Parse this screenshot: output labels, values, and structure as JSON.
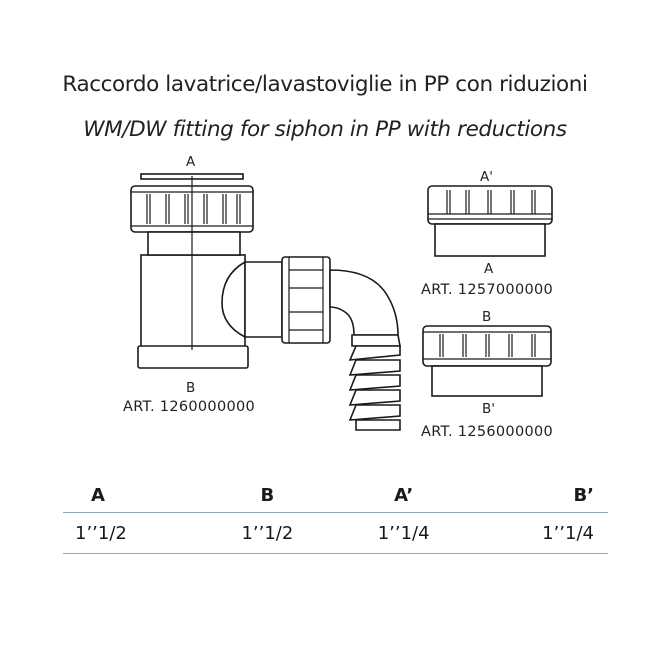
{
  "title_it": "Raccordo lavatrice/lavastoviglie in PP con riduzioni",
  "title_en": "WM/DW fitting for siphon in PP with reductions",
  "fittings": {
    "main": {
      "top_label": "A",
      "bottom_label": "B",
      "article": "ART. 1260000000"
    },
    "reduction_a": {
      "top_label": "A'",
      "bottom_label": "A",
      "article": "ART. 1257000000"
    },
    "reduction_b": {
      "top_label": "B",
      "bottom_label": "B'",
      "article": "ART. 1256000000"
    }
  },
  "table": {
    "headers": [
      "A",
      "B",
      "A’",
      "B’"
    ],
    "rows": [
      [
        "1’’1/2",
        "1’’1/2",
        "1’’1/4",
        "1’’1/4"
      ]
    ]
  }
}
